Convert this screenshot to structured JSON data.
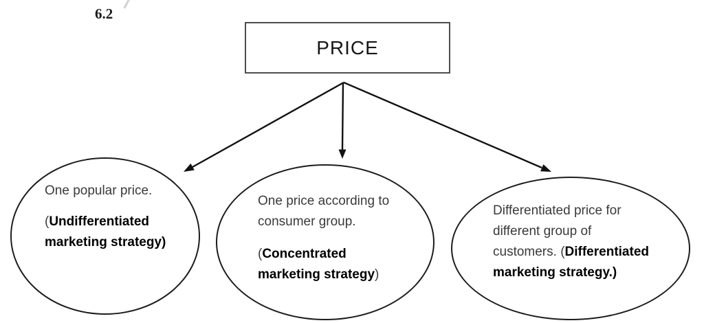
{
  "page": {
    "section_number": "6.2"
  },
  "colors": {
    "text_regular": "#3a3a3a",
    "text_bold": "#000000",
    "box_border": "#4d4d4d",
    "ellipse_border": "#1c1c1c",
    "arrow": "#111111"
  },
  "diagram": {
    "root_label": "PRICE",
    "branches": [
      {
        "id": "undifferentiated",
        "line1": "One popular price.",
        "line2_prefix": "(",
        "line2_bold": "Undifferentiated",
        "line3_bold": "marketing strategy)"
      },
      {
        "id": "concentrated",
        "line1": "One price according to",
        "line2": "consumer group.",
        "line3_prefix": "(",
        "line3_bold": "Concentrated",
        "line4_bold": "marketing strategy",
        "line4_suffix": ")"
      },
      {
        "id": "differentiated",
        "line1": "Differentiated price for",
        "line2": "different group of",
        "line3_prefix": "customers. (",
        "line3_bold": "Differentiated",
        "line4_bold": "marketing strategy.)"
      }
    ]
  }
}
